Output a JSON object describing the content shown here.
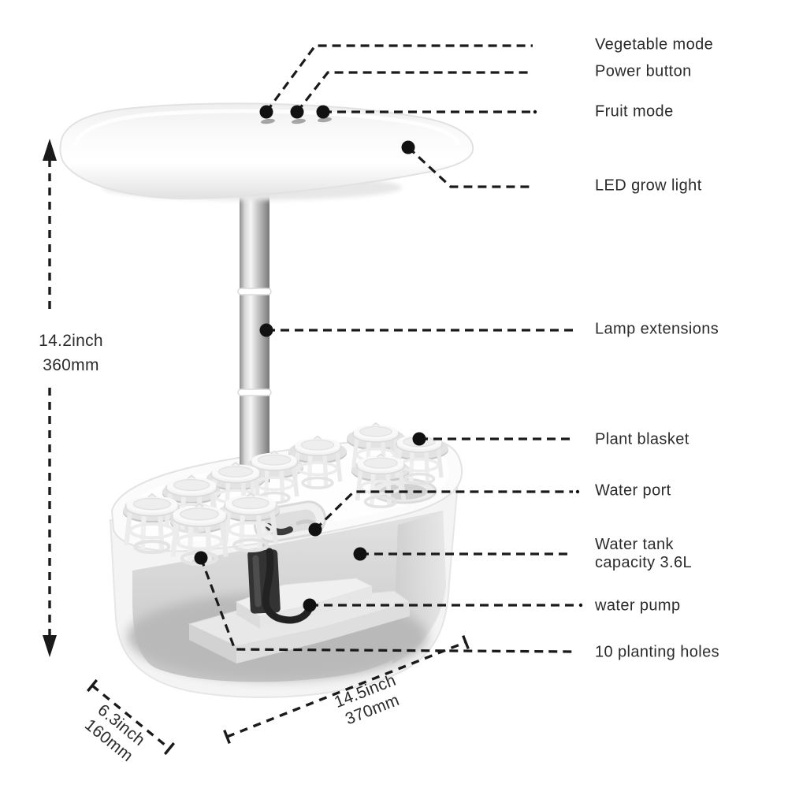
{
  "figure": {
    "type": "product-callout-diagram",
    "product": "indoor hydroponic grow garden"
  },
  "callouts": [
    {
      "id": "vegetable-mode",
      "label": "Vegetable mode"
    },
    {
      "id": "power-button",
      "label": "Power button"
    },
    {
      "id": "fruit-mode",
      "label": "Fruit mode"
    },
    {
      "id": "led-grow-light",
      "label": "LED grow light"
    },
    {
      "id": "lamp-extensions",
      "label": "Lamp extensions"
    },
    {
      "id": "plant-blasket",
      "label": "Plant blasket"
    },
    {
      "id": "water-port",
      "label": "Water port"
    },
    {
      "id": "water-tank-capacity",
      "lines": [
        "Water tank",
        "capacity 3.6L"
      ]
    },
    {
      "id": "water-pump",
      "label": "water pump"
    },
    {
      "id": "planting-holes",
      "label": "10 planting holes"
    }
  ],
  "dimensions": {
    "height": {
      "lines": [
        "14.2inch",
        "360mm"
      ]
    },
    "depth": {
      "lines": [
        "6.3inch",
        "160mm"
      ]
    },
    "width": {
      "lines": [
        "14.5inch",
        "370mm"
      ]
    }
  },
  "colors": {
    "background": "#ffffff",
    "text": "#2b2b2b",
    "leader_line": "#1a1a1a"
  }
}
